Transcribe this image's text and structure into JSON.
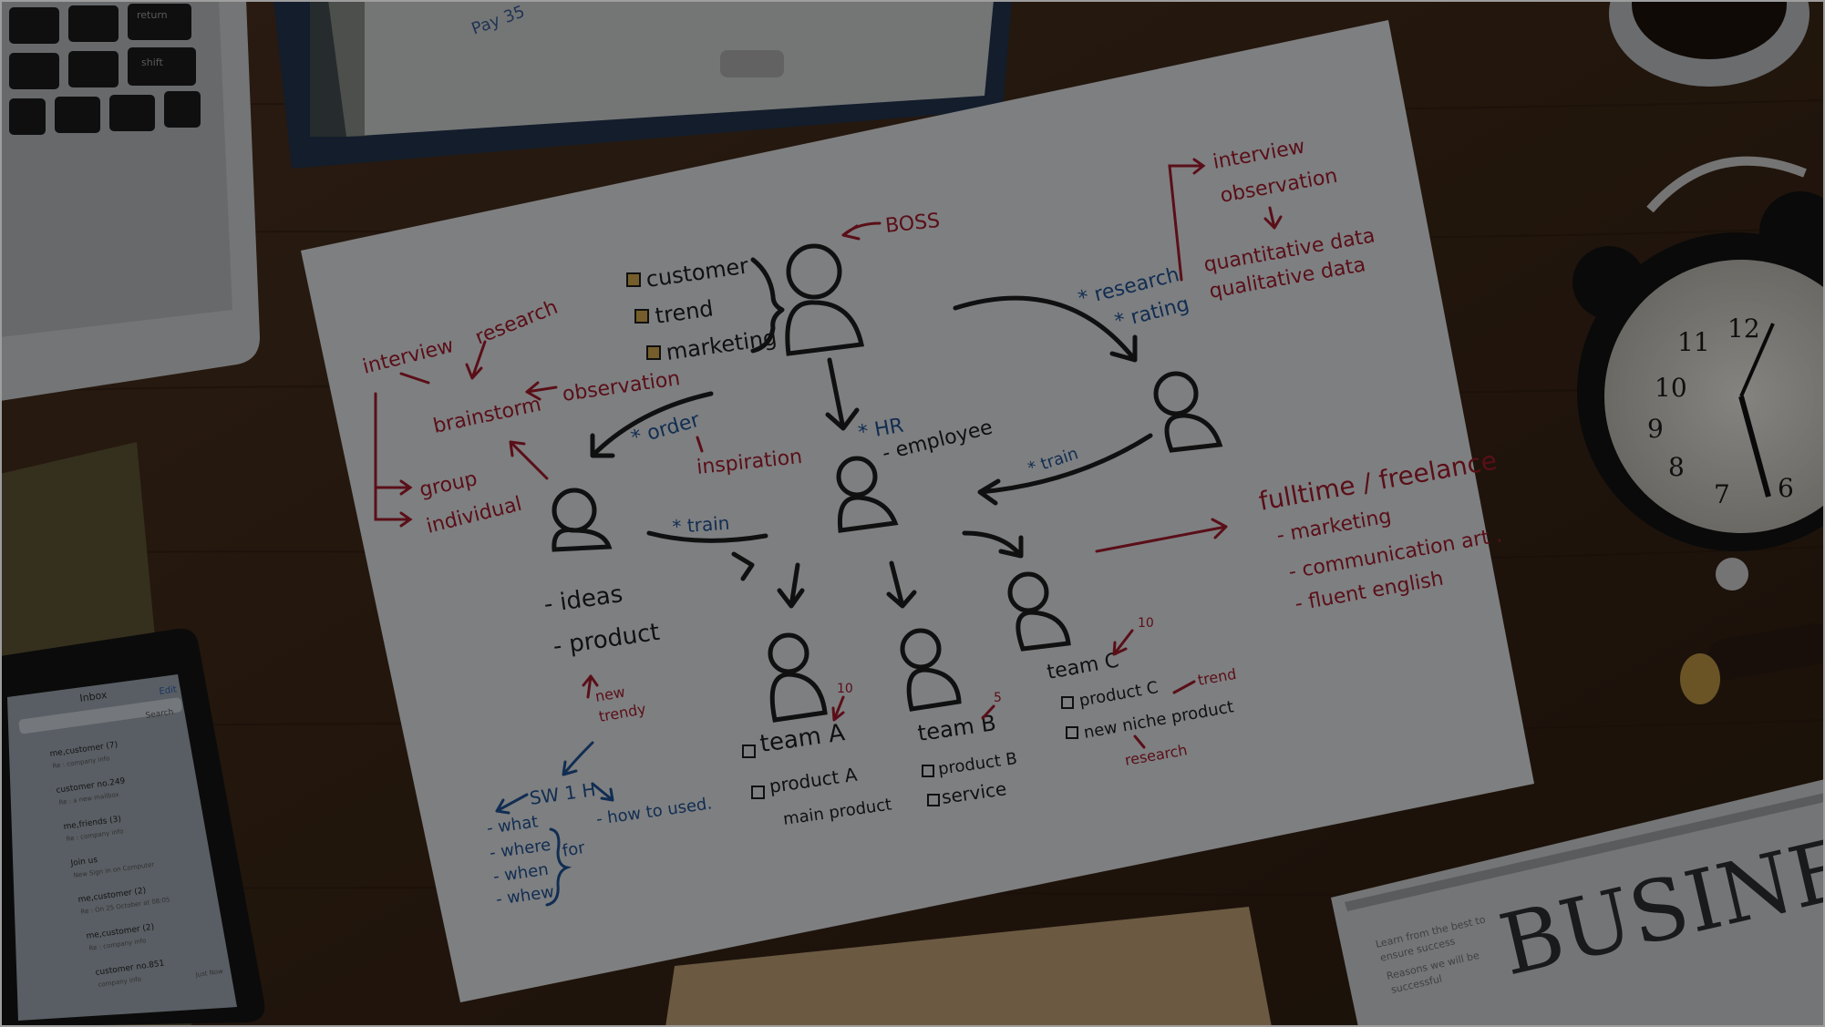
{
  "colors": {
    "desk": "#3a2616",
    "paper": "#d9dbdf",
    "ink_black": "#1c1c1c",
    "ink_red": "#9b1b2a",
    "ink_blue": "#1e4f8c",
    "sticky": "#caa24a",
    "overlay": "rgba(0,0,0,0.42)"
  },
  "sketch": {
    "boss": "BOSS",
    "customer": "customer",
    "trend": "trend",
    "marketing": "marketing",
    "interview_left": "interview",
    "research_left": "research",
    "brainstorm": "brainstorm",
    "observation_left": "observation",
    "group": "group",
    "individual": "individual",
    "order": "* order",
    "inspiration": "inspiration",
    "hr": "* HR",
    "employee": "- employee",
    "research_right": "* research",
    "rating": "* rating",
    "train_left": "* train",
    "train_right": "* train",
    "interview_right": "interview",
    "observation_right": "observation",
    "quantitative": "quantitative data",
    "qualitative": "qualitative data",
    "fulltime": "fulltime / freelance",
    "marketing_right": "- marketing",
    "communication": "- communication art .",
    "fluent": "- fluent english",
    "ideas": "- ideas",
    "product": "- product",
    "new": "new",
    "trendy": "trendy",
    "sw1h": "SW 1 H",
    "what": "- what",
    "where": "- where",
    "when": "- when",
    "whew": "- whew",
    "for": "for",
    "how_to_used": "- how to used.",
    "team_a": "team A",
    "product_a": "product A",
    "main_product": "main product",
    "team_b": "team B",
    "product_b": "product B",
    "service": "service",
    "team_c": "team C",
    "product_c": "product C",
    "new_niche": "new niche product",
    "trend_c": "trend",
    "research_c": "research",
    "num_10a": "10",
    "num_5": "5",
    "num_10c": "10"
  },
  "props": {
    "newspaper_headline": "BUSINE",
    "newspaper_small": [
      "Learn from the best to",
      "ensure success",
      "Reasons we will be",
      "successful"
    ],
    "clock_numbers": [
      "10",
      "9",
      "8",
      "7",
      "6",
      "11",
      "12"
    ],
    "notebook_text": "Pay 35",
    "keyboard_keys": [
      "return",
      "shift"
    ],
    "phone": {
      "title": "Inbox",
      "edit": "Edit",
      "search": "Search",
      "rows": [
        {
          "name": "me,customer (7)",
          "sub": "Re : company info"
        },
        {
          "name": "customer no.249",
          "sub": "Re : a new mailbox"
        },
        {
          "name": "me,friends (3)",
          "sub": "Re : company info"
        },
        {
          "name": "Join us",
          "sub": "New Sign in on Computer"
        },
        {
          "name": "me,customer (2)",
          "sub": "Re : On 25 October at 08:05"
        },
        {
          "name": "me,customer (2)",
          "sub": "Re : company info"
        },
        {
          "name": "customer no.851",
          "sub": "company info"
        }
      ],
      "footer": "Just Now"
    }
  }
}
